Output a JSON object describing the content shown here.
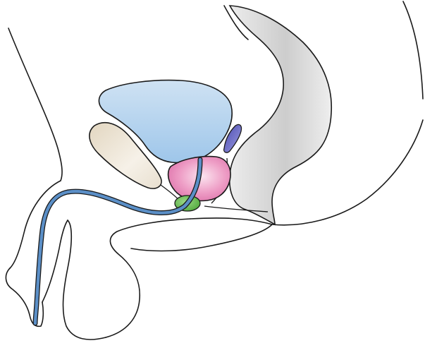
{
  "diagram": {
    "labels": [],
    "structures": [
      {
        "id": "body-outline",
        "fill": "#ffffff",
        "stroke": "#1a1a1a"
      },
      {
        "id": "rectum",
        "fill": "#d9d9d9",
        "stroke": "#1a1a1a"
      },
      {
        "id": "bladder",
        "fill": "#b9d6ee",
        "stroke": "#1a1a1a"
      },
      {
        "id": "pubic-bone",
        "fill": "#ece3d3",
        "stroke": "#1a1a1a"
      },
      {
        "id": "prostate",
        "fill": "#ec9cc4",
        "stroke": "#1a1a1a"
      },
      {
        "id": "seminal-vesicle",
        "fill": "#6f6fc4",
        "stroke": "#1a1a1a"
      },
      {
        "id": "urethral-sphincter",
        "fill": "#6dbf55",
        "stroke": "#1a1a1a"
      },
      {
        "id": "urethra",
        "fill": "#5b8fc7",
        "stroke": "#1a1a1a"
      }
    ]
  }
}
